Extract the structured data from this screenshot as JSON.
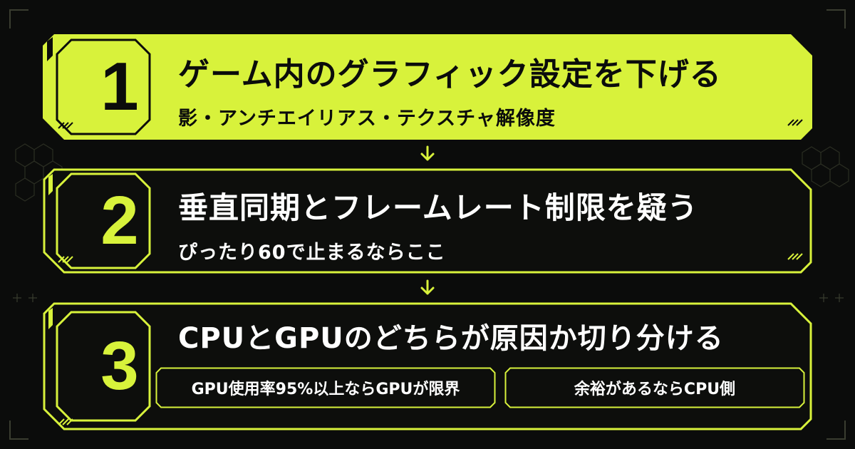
{
  "colors": {
    "accent": "#d8f23b",
    "background": "#0b0c0b",
    "text_light": "#ffffff",
    "text_dark": "#0b0c0b"
  },
  "steps": [
    {
      "number": "1",
      "title": "ゲーム内のグラフィック設定を下げる",
      "subtitle": "影・アンチエイリアス・テクスチャ解像度"
    },
    {
      "number": "2",
      "title": "垂直同期とフレームレート制限を疑う",
      "subtitle": "ぴったり60で止まるならここ"
    },
    {
      "number": "3",
      "title": "CPUとGPUのどちらが原因か切り分ける",
      "options": [
        "GPU使用率95%以上ならGPUが限界",
        "余裕があるならCPU側"
      ]
    }
  ],
  "icons": [
    "arrow-down-icon",
    "arrow-down-icon"
  ]
}
